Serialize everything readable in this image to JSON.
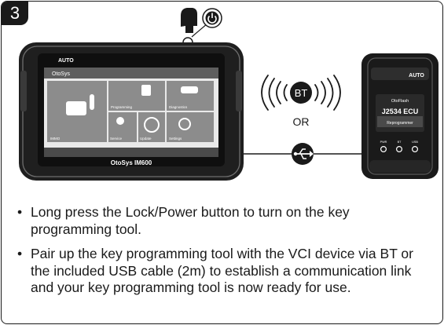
{
  "step_number": "3",
  "tablet": {
    "brand": "AUTO",
    "app_title": "OtoSys",
    "model_label": "OtoSys IM600",
    "tiles": [
      "IMMO",
      "Programming",
      "Diagnostics",
      "Service",
      "Update",
      "Settings"
    ]
  },
  "connection": {
    "bluetooth_label": "BT",
    "or_label": "OR"
  },
  "vci": {
    "brand": "AUTO",
    "name": "OtoFlash",
    "model": "J2534 ECU",
    "subtitle": "Reprogrammer",
    "leds": [
      "PWR",
      "BT",
      "USB"
    ]
  },
  "instructions": [
    "Long press the Lock/Power button to turn on the key programming tool.",
    "Pair up the key programming tool with the VCI device via BT or the included USB cable (2m) to establish a communication link and your key programming tool is now ready for use."
  ],
  "colors": {
    "ink": "#1a1a1a",
    "screen_tile": "#8e8e8e"
  }
}
